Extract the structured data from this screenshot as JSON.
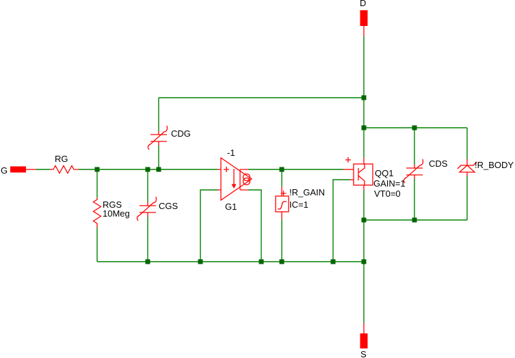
{
  "terminals": {
    "gate": "G",
    "drain": "D",
    "source": "S"
  },
  "components": {
    "rg": {
      "label": "RG",
      "type": "resistor"
    },
    "rgs": {
      "label": "RGS",
      "value": "10Meg",
      "type": "resistor"
    },
    "cdg": {
      "label": "CDG",
      "type": "nonlinear-capacitor"
    },
    "cgs": {
      "label": "CGS",
      "type": "nonlinear-capacitor"
    },
    "g1": {
      "label": "G1",
      "gain": "-1",
      "type": "controlled-current-source-amplifier"
    },
    "r_gain": {
      "label": "!R_GAIN",
      "ic": "IC=1",
      "type": "nonlinear-resistor"
    },
    "qq1": {
      "label": "QQ1",
      "gain": "GAIN=1",
      "vt0": "VT0=0",
      "type": "transistor-block"
    },
    "cds": {
      "label": "CDS",
      "type": "nonlinear-capacitor"
    },
    "r_body": {
      "label": "!R_BODY",
      "type": "diode"
    }
  },
  "colors": {
    "wire": "#008000",
    "junction": "#006600",
    "component": "#FF0000",
    "pad": "#FF0000",
    "text": "#000000",
    "background": "#FFFFFF"
  }
}
